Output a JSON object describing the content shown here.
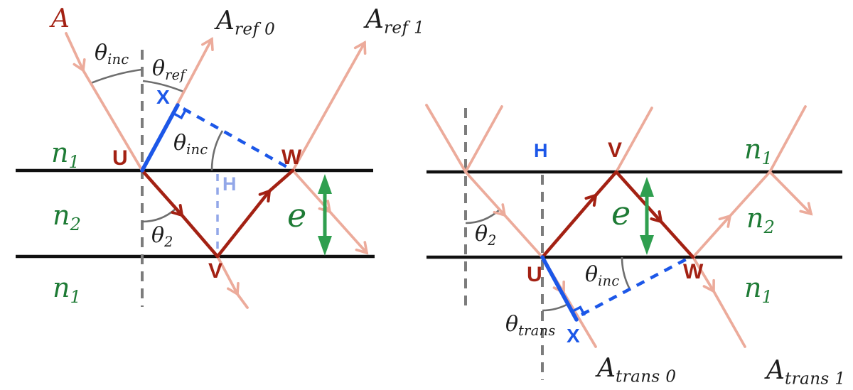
{
  "colors": {
    "incident_ray": "#ecab9b",
    "internal_ray": "#a32113",
    "construction_blue": "#1c57e8",
    "height_line_blue": "#92a7e8",
    "index_green": "#1e7b35",
    "thickness_green": "#2f9f4f",
    "normal_gray": "#7c7c7c",
    "arc_gray": "#6e6e6e",
    "interface_black": "#101010",
    "angle_label": "#1c1c1c"
  },
  "left_diagram": {
    "incident_label": "A",
    "reflected_labels": [
      {
        "base": "A",
        "sub": "ref 0"
      },
      {
        "base": "A",
        "sub": "ref 1"
      }
    ],
    "angle_labels": {
      "incidence_top": {
        "base": "θ",
        "sub": "inc"
      },
      "reflection": {
        "base": "θ",
        "sub": "ref"
      },
      "incidence_inner": {
        "base": "θ",
        "sub": "inc"
      },
      "refraction": {
        "base": "θ",
        "sub": "2"
      }
    },
    "point_labels": {
      "u": "U",
      "v": "V",
      "w": "W",
      "x": "X",
      "h": "H"
    },
    "index_labels": {
      "top": {
        "base": "n",
        "sub": "1"
      },
      "film": {
        "base": "n",
        "sub": "2"
      },
      "bottom": {
        "base": "n",
        "sub": "1"
      }
    },
    "thickness_label": "e"
  },
  "right_diagram": {
    "transmitted_labels": [
      {
        "base": "A",
        "sub": "trans 0"
      },
      {
        "base": "A",
        "sub": "trans 1"
      }
    ],
    "angle_labels": {
      "refraction": {
        "base": "θ",
        "sub": "2"
      },
      "incidence_inner": {
        "base": "θ",
        "sub": "inc"
      },
      "transmission": {
        "base": "θ",
        "sub": "trans"
      }
    },
    "point_labels": {
      "u": "U",
      "v": "V",
      "w": "W",
      "x": "X",
      "h": "H"
    },
    "index_labels": {
      "top": {
        "base": "n",
        "sub": "1"
      },
      "film": {
        "base": "n",
        "sub": "2"
      },
      "bottom": {
        "base": "n",
        "sub": "1"
      }
    },
    "thickness_label": "e"
  }
}
